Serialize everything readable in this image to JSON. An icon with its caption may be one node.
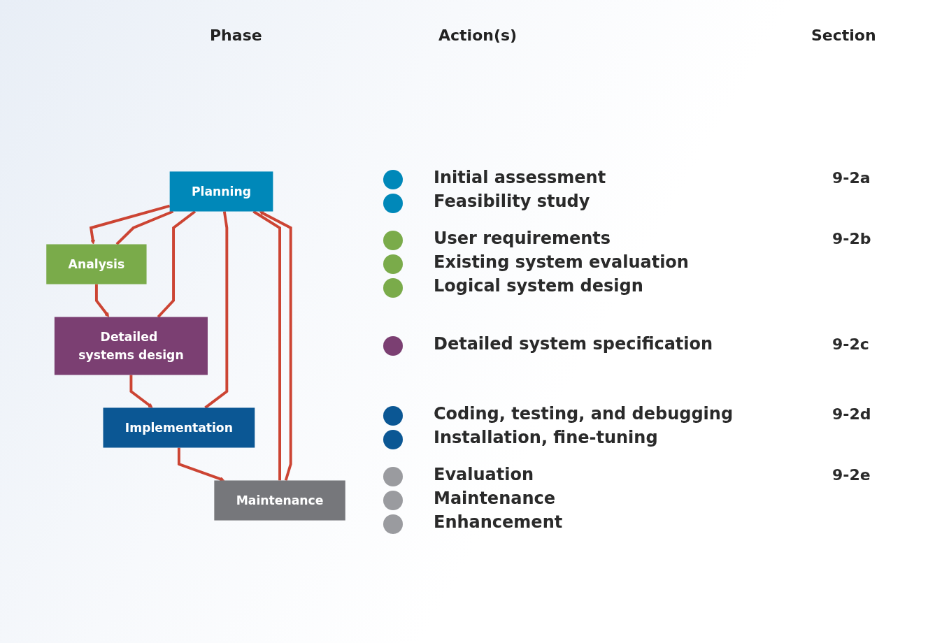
{
  "diagram": {
    "nodes": [
      {
        "text": [
          "Planning"
        ]
      },
      {
        "text": [
          "Analysis"
        ]
      },
      {
        "text": [
          "Detailed systems design"
        ]
      },
      {
        "text": [
          "Implementation"
        ]
      },
      {
        "text": [
          "Maintenance"
        ]
      }
    ],
    "edges": [
      {
        "from": 0,
        "to": 1,
        "arrow": "to"
      },
      {
        "from": 1,
        "to": 2,
        "arrow": "to"
      },
      {
        "from": 2,
        "to": 3,
        "arrow": "to"
      },
      {
        "from": 3,
        "to": 4,
        "arrow": "to"
      },
      {
        "from": 4,
        "to": 0,
        "arrow": "to"
      },
      {
        "from": 0,
        "to": 1,
        "arrow": "none"
      },
      {
        "from": 0,
        "to": 2,
        "arrow": "none"
      },
      {
        "from": 0,
        "to": 3,
        "arrow": "none"
      },
      {
        "from": 0,
        "to": 4,
        "arrow": "none"
      }
    ],
    "labels": [
      "Phase",
      "Action(s)",
      "Section",
      "Initial assessment",
      "9-2a",
      "Feasibility study",
      "User requirements",
      "9-2b",
      "Existing system evaluation",
      "Logical system design",
      "Detailed system specification",
      "9-2c",
      "Coding, testing, and debugging",
      "9-2d",
      "Installation, fine-tuning",
      "Evaluation",
      "9-2e",
      "Maintenance",
      "Enhancement"
    ]
  }
}
